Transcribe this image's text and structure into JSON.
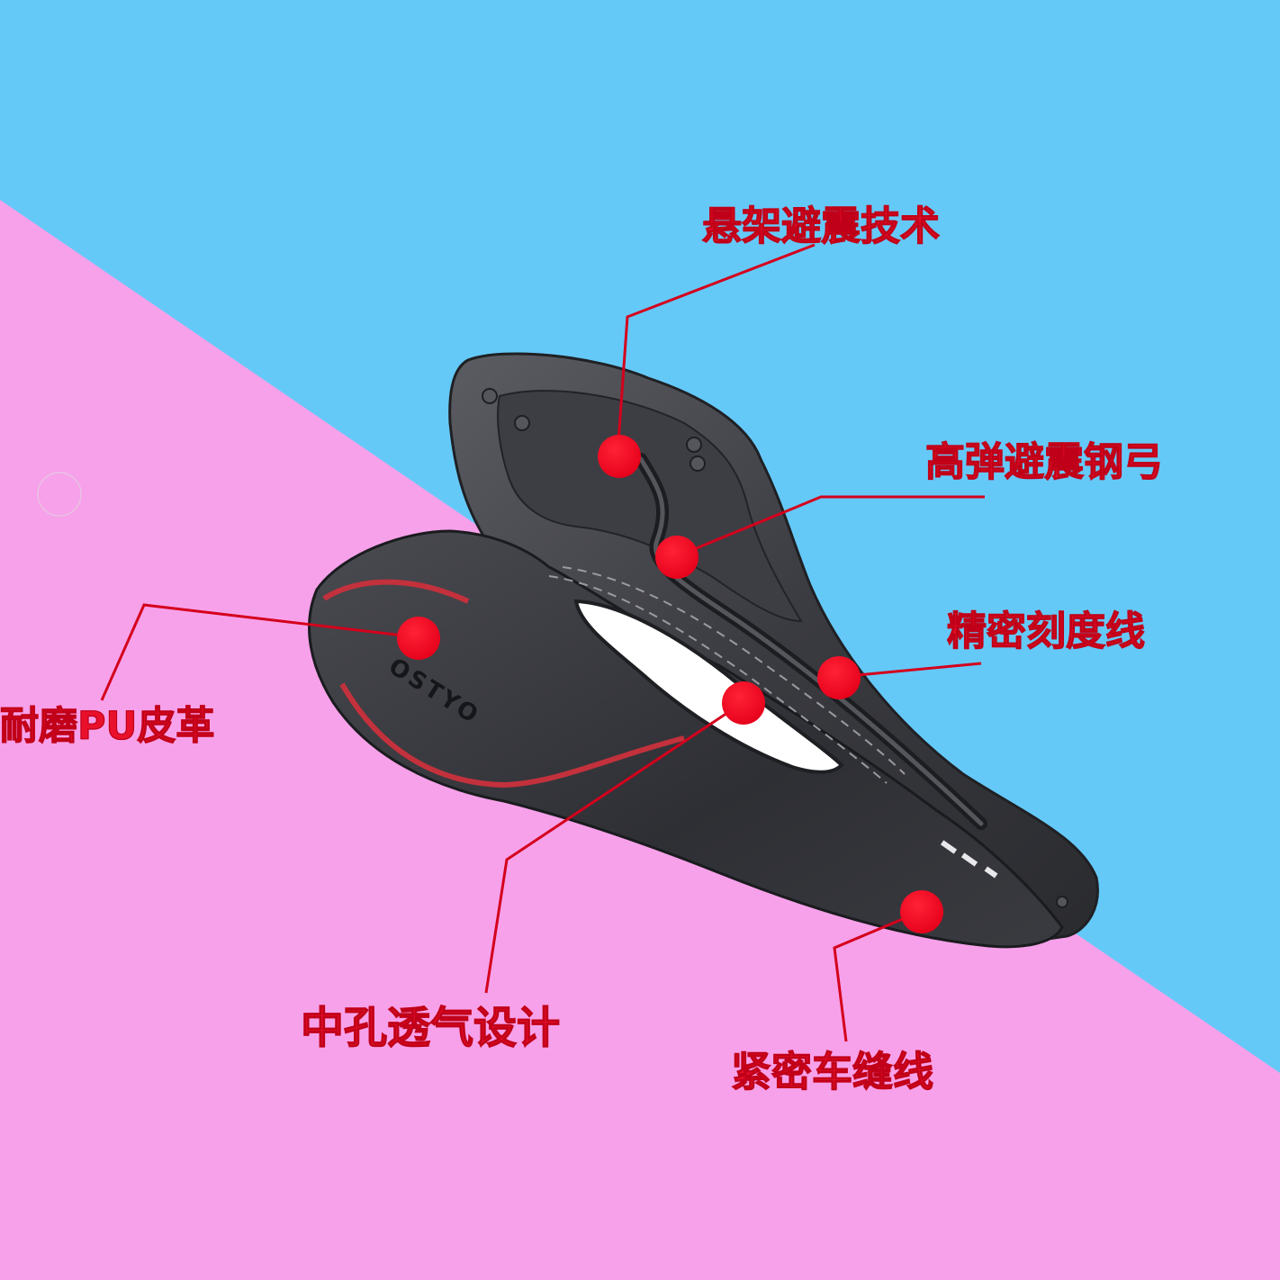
{
  "colors": {
    "background_blue": "#65c9f8",
    "background_pink": "#f7a1ea",
    "callout_red": "#e8102a",
    "saddle_dark": "#2c2d31"
  },
  "saddle": {
    "brand_mark": "OSTYO"
  },
  "callouts": {
    "suspension": "悬架避震技术",
    "rails": "高弹避震钢弓",
    "scale_lines": "精密刻度线",
    "leather": "耐磨PU皮革",
    "cutout": "中孔透气设计",
    "stitching": "紧密车缝线"
  }
}
